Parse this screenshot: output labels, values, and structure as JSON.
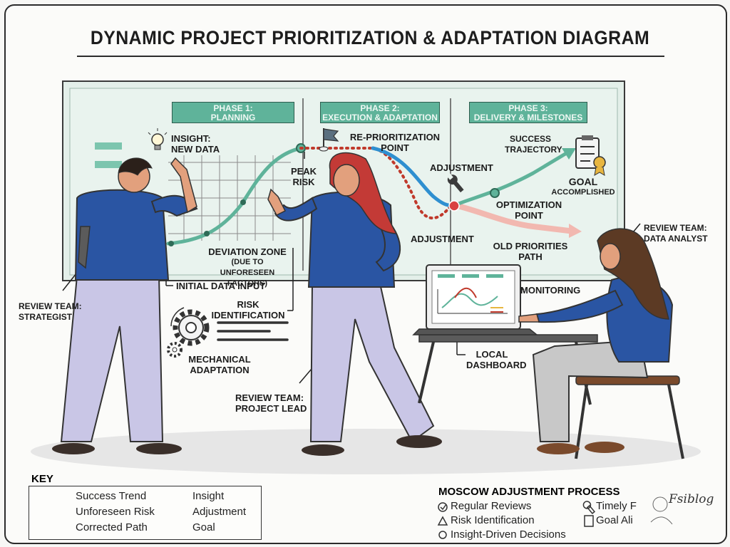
{
  "title": "DYNAMIC PROJECT PRIORITIZATION & ADAPTATION DIAGRAM",
  "phases": [
    {
      "line1": "PHASE 1:",
      "line2": "PLANNING"
    },
    {
      "line1": "PHASE 2:",
      "line2": "EXECUTION & ADAPTATION"
    },
    {
      "line1": "PHASE 3:",
      "line2": "DELIVERY & MILESTONES"
    }
  ],
  "board": {
    "insight_1": "INSIGHT:",
    "insight_2": "NEW DATA",
    "peak_1": "PEAK",
    "peak_2": "RISK",
    "reprio_1": "RE-PRIORITIZATION",
    "reprio_2": "POINT",
    "adjustment_top": "ADJUSTMENT",
    "adjustment_bottom": "ADJUSTMENT",
    "success_1": "SUCCESS",
    "success_2": "TRAJECTORY",
    "goal_1": "GOAL",
    "goal_2": "ACCOMPLISHED",
    "opt_1": "OPTIMIZATION",
    "opt_2": "POINT",
    "old_1": "OLD PRIORITIES",
    "old_2": "PATH",
    "deviation_1": "DEVIATION ZONE",
    "deviation_2": "(DUE TO UNFORESEEN",
    "deviation_3": "FACTORS)"
  },
  "callouts": {
    "initial": "INITIAL DATA INPUT",
    "risk_1": "RISK",
    "risk_2": "IDENTIFICATION",
    "mech_1": "MECHANICAL",
    "mech_2": "ADAPTATION",
    "strategist_1": "REVIEW TEAM:",
    "strategist_2": "STRATEGIST",
    "lead_1": "REVIEW TEAM:",
    "lead_2": "PROJECT LEAD",
    "analyst_1": "REVIEW TEAM:",
    "analyst_2": "DATA ANALYST",
    "monitoring": "MONITORING",
    "local_1": "LOCAL",
    "local_2": "DASHBOARD"
  },
  "key": {
    "title": "KEY",
    "success": "Success Trend",
    "risk": "Unforeseen Risk",
    "corrected": "Corrected Path",
    "insight": "Insight",
    "adjustment": "Adjustment",
    "goal": "Goal"
  },
  "moscow": {
    "title": "MOSCOW ADJUSTMENT PROCESS",
    "reviews": "Regular Reviews",
    "risk": "Risk Identification",
    "insight": "Insight-Driven Decisions",
    "timely": "Timely F",
    "goal": "Goal Ali"
  },
  "watermark": "Fsiblog",
  "colors": {
    "success": "#5fb39a",
    "risk": "#c0392b",
    "corrected": "#2f8fd0",
    "shirt": "#2a55a3",
    "pants": "#c9c6e6"
  }
}
